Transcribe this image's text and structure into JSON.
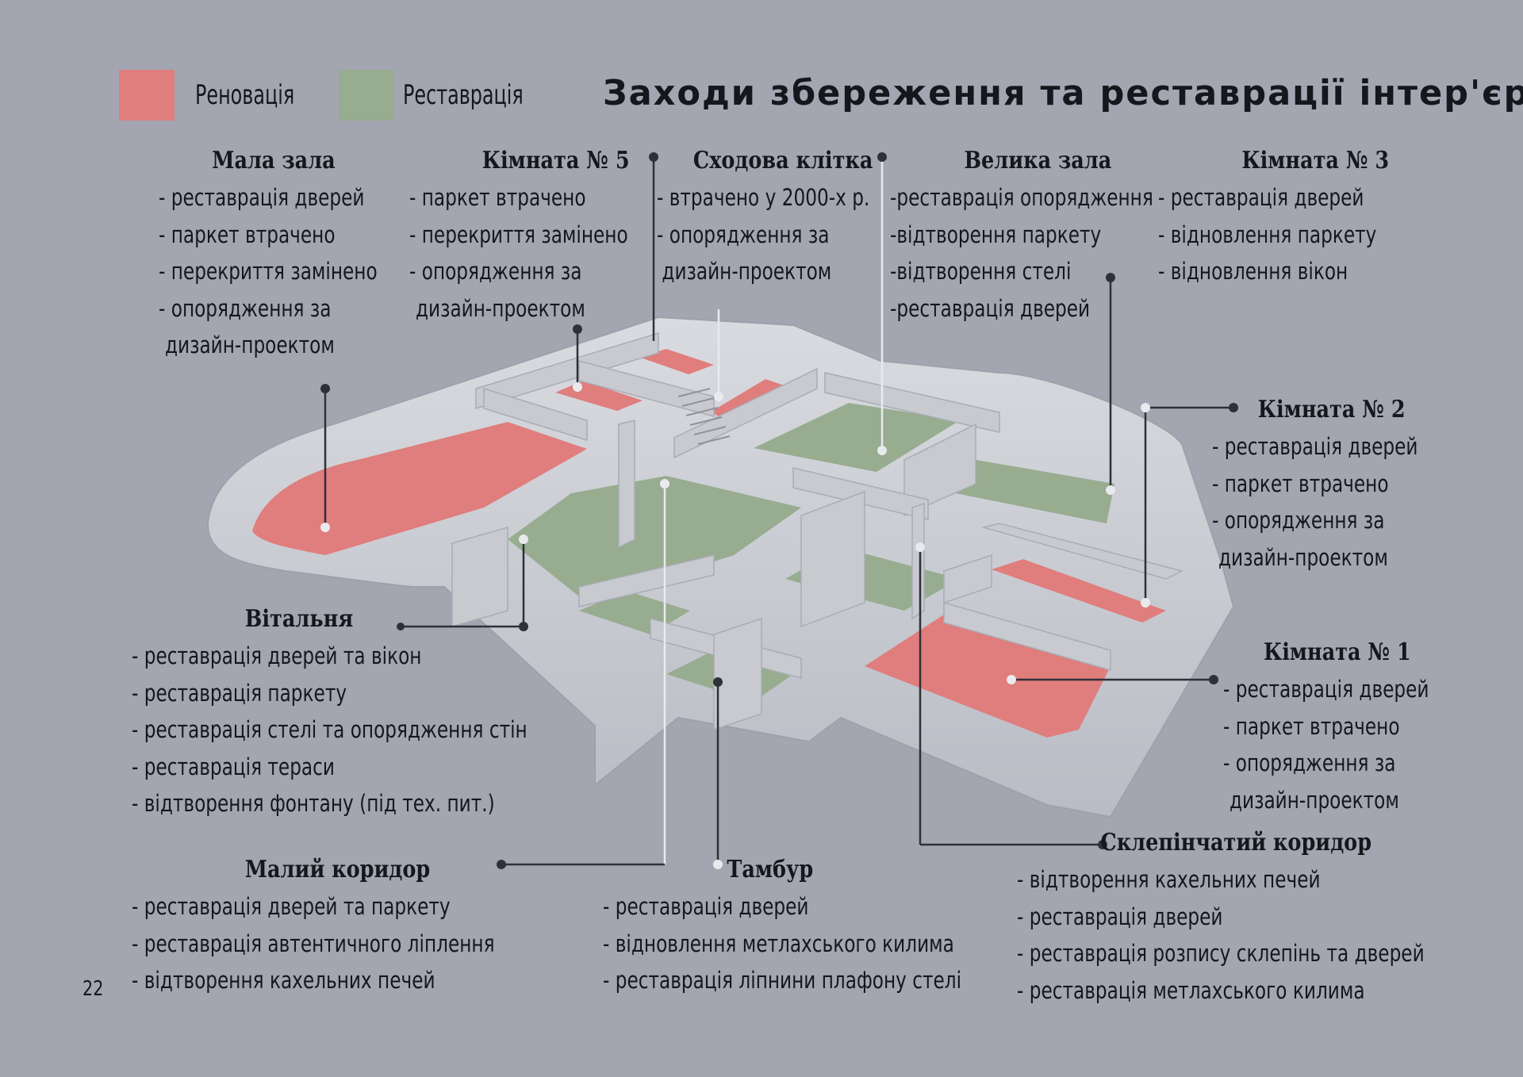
{
  "title": "Заходи збереження та реставрації інтер'єрів",
  "legend": [
    {
      "label": "Реновація",
      "color": "#e07d7d"
    },
    {
      "label": "Реставрація",
      "color": "#98ac90"
    }
  ],
  "colors": {
    "background": "#a3a6b1",
    "wall": "#cfd1d6",
    "wall_shadow": "#b4b7bf",
    "renovation_floor": "#e07d7d",
    "restoration_floor": "#98ac90"
  },
  "rooms": {
    "mala_zala": {
      "name": "Мала зала",
      "items": [
        "- реставрація дверей",
        "- паркет втрачено",
        "- перекриття замінено",
        "- опорядження за",
        "дизайн-проектом"
      ]
    },
    "kimnata5": {
      "name": "Кімната № 5",
      "items": [
        "- паркет втрачено",
        "- перекриття замінено",
        "- опорядження за",
        "дизайн-проектом"
      ]
    },
    "skhodova": {
      "name": "Сходова клітка",
      "items": [
        "- втрачено у 2000-х р.",
        "- опорядження за",
        "дизайн-проектом"
      ]
    },
    "velyka_zala": {
      "name": "Велика зала",
      "items": [
        "-реставрація опорядження",
        "-відтворення паркету",
        "-відтворення стелі",
        "-реставрація дверей"
      ]
    },
    "kimnata3": {
      "name": "Кімната № 3",
      "items": [
        "- реставрація дверей",
        "- відновлення паркету",
        "- відновлення вікон"
      ]
    },
    "kimnata2": {
      "name": "Кімната № 2",
      "items": [
        "- реставрація дверей",
        "- паркет втрачено",
        "- опорядження за",
        "дизайн-проектом"
      ]
    },
    "kimnata1": {
      "name": "Кімната № 1",
      "items": [
        "- реставрація дверей",
        "- паркет втрачено",
        "- опорядження за",
        "дизайн-проектом"
      ]
    },
    "vitalnia": {
      "name": "Вітальня",
      "items": [
        "- реставрація дверей та вікон",
        "- реставрація паркету",
        "- реставрація стелі та опорядження стін",
        "- реставрація тераси",
        "- відтворення фонтану (під тех. пит.)"
      ]
    },
    "malyi_korydor": {
      "name": "Малий коридор",
      "items": [
        "- реставрація дверей та паркету",
        "- реставрація автентичного ліплення",
        "- відтворення кахельних печей"
      ]
    },
    "tambur": {
      "name": "Тамбур",
      "items": [
        "- реставрація дверей",
        "- відновлення метлахського килима",
        "- реставрація ліпнини плафону стелі"
      ]
    },
    "sklepinchastyi": {
      "name": "Склепінчатий коридор",
      "items": [
        "- відтворення кахельних печей",
        "- реставрація дверей",
        "- реставрація розпису склепінь та дверей",
        "- реставрація метлахського килима"
      ]
    }
  },
  "page_number": "22"
}
